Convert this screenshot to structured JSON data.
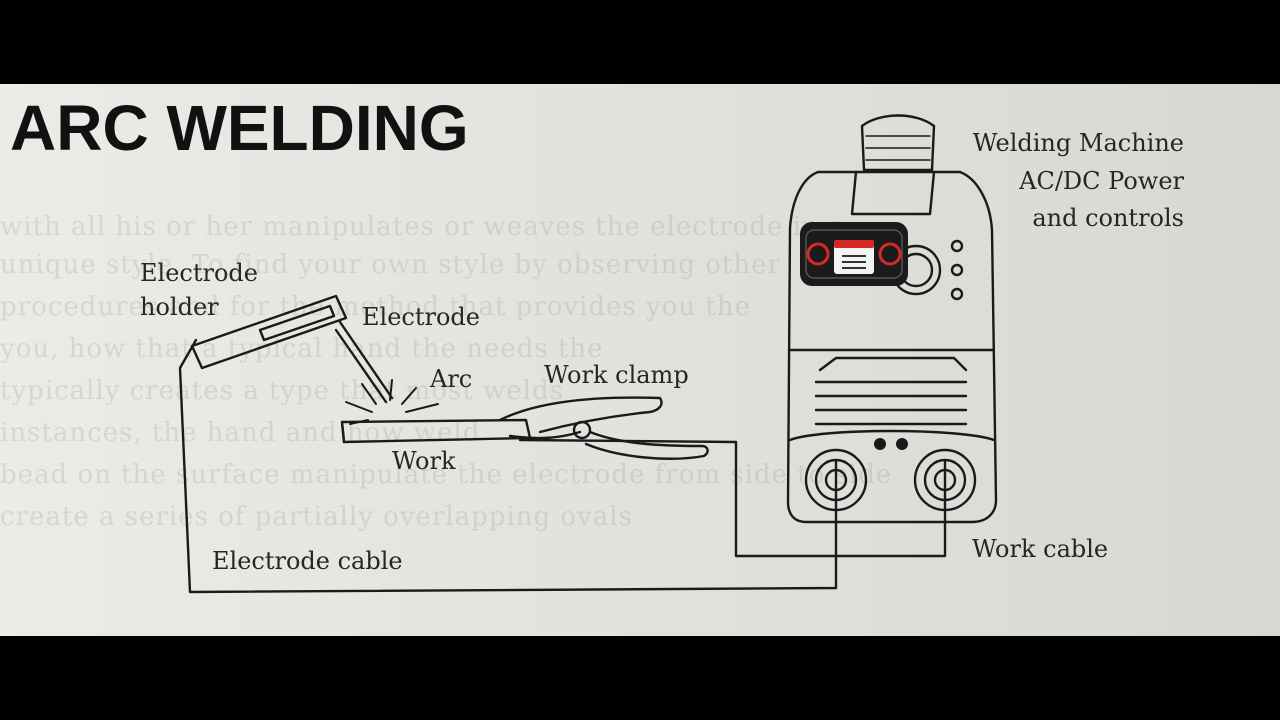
{
  "title": "ARC WELDING",
  "labels": {
    "electrode_holder_line1": "Electrode",
    "electrode_holder_line2": "holder",
    "electrode": "Electrode",
    "arc": "Arc",
    "work_clamp": "Work clamp",
    "work": "Work",
    "electrode_cable": "Electrode cable",
    "work_cable": "Work cable",
    "machine_line1": "Welding Machine",
    "machine_line2": "AC/DC Power",
    "machine_line3": "and controls"
  },
  "background_text": [
    "with all his or her manipulates or weaves the electrode in a",
    "unique style. To find your own style by observing other",
    "procedures and for the method that provides you the",
    "you, how that a typical hand the needs the",
    "typically creates a type that most welds",
    "instances, the hand and how weld",
    "bead on the surface manipulate the electrode from side to side",
    "create a series of partially overlapping ovals"
  ],
  "colors": {
    "ink": "#1a1a1a",
    "paper": "#e6e5e1",
    "bars": "#000000",
    "overlay_icon": "#d62828"
  },
  "icons": {
    "overlay": "videotape-icon"
  }
}
